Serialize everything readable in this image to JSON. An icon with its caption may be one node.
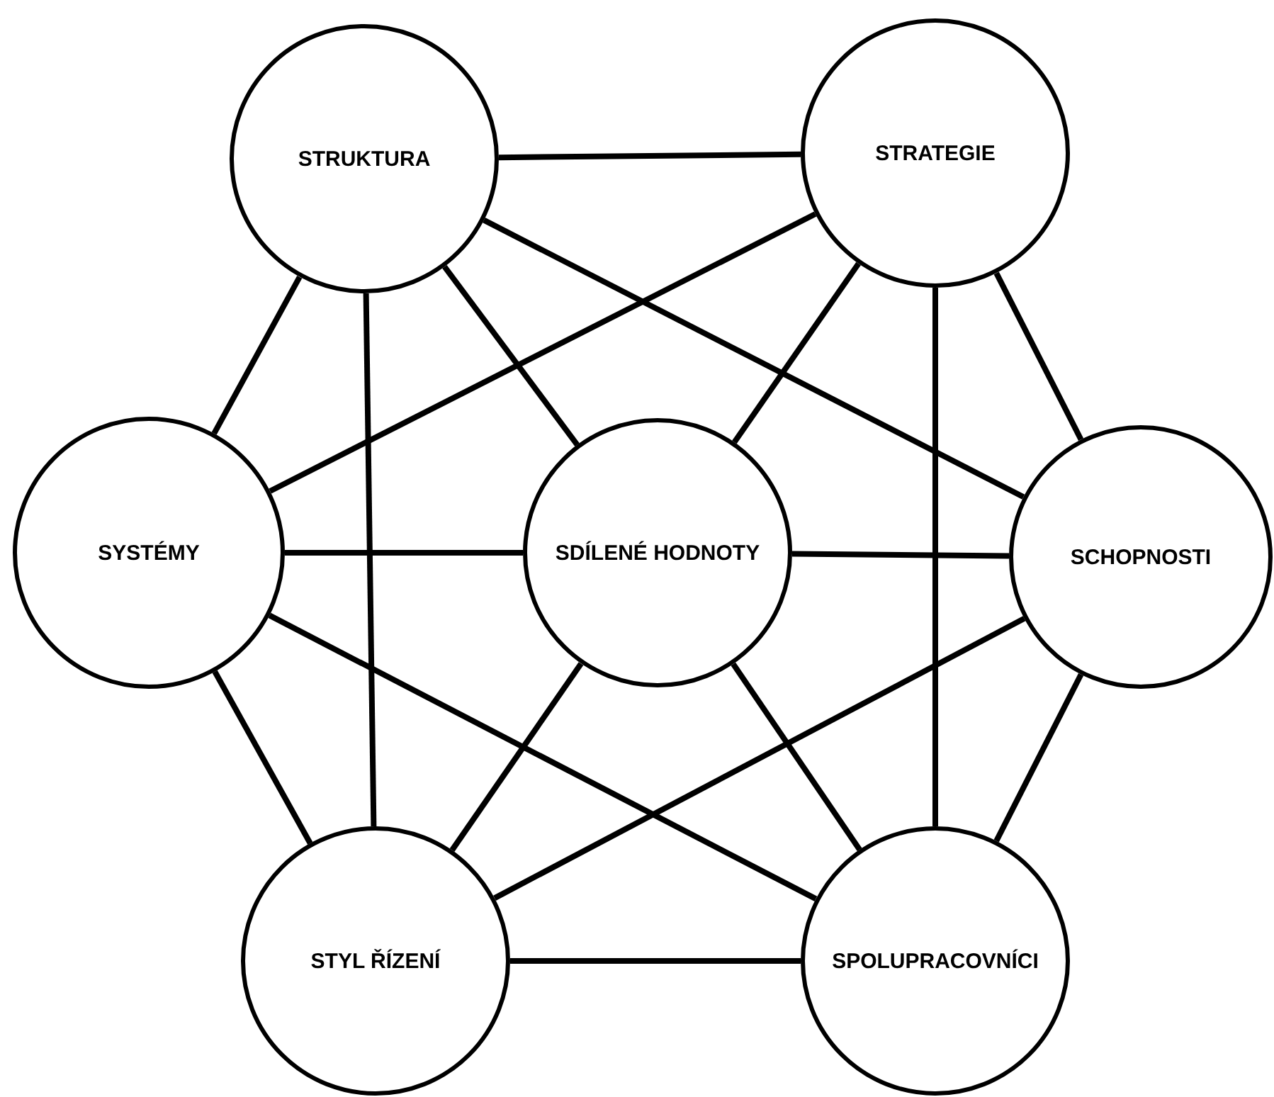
{
  "diagram": {
    "nodes": [
      {
        "text": [
          "STRUKTURA"
        ]
      },
      {
        "text": [
          "STRATEGIE"
        ]
      },
      {
        "text": [
          "SYSTÉMY"
        ]
      },
      {
        "text": [
          "SDÍLENÉ HODNOTY"
        ]
      },
      {
        "text": [
          "SCHOPNOSTI"
        ]
      },
      {
        "text": [
          "STYL ŘÍZENÍ"
        ]
      },
      {
        "text": [
          "SPOLUPRACOVNÍCI"
        ]
      }
    ],
    "edges": [
      {
        "from": 0,
        "to": 1,
        "arrow": "none"
      },
      {
        "from": 0,
        "to": 2,
        "arrow": "none"
      },
      {
        "from": 0,
        "to": 3,
        "arrow": "none"
      },
      {
        "from": 0,
        "to": 4,
        "arrow": "none"
      },
      {
        "from": 0,
        "to": 5,
        "arrow": "none"
      },
      {
        "from": 1,
        "to": 2,
        "arrow": "none"
      },
      {
        "from": 1,
        "to": 3,
        "arrow": "none"
      },
      {
        "from": 1,
        "to": 4,
        "arrow": "none"
      },
      {
        "from": 1,
        "to": 6,
        "arrow": "none"
      },
      {
        "from": 2,
        "to": 3,
        "arrow": "none"
      },
      {
        "from": 2,
        "to": 5,
        "arrow": "none"
      },
      {
        "from": 2,
        "to": 6,
        "arrow": "none"
      },
      {
        "from": 3,
        "to": 4,
        "arrow": "none"
      },
      {
        "from": 3,
        "to": 5,
        "arrow": "none"
      },
      {
        "from": 3,
        "to": 6,
        "arrow": "none"
      },
      {
        "from": 4,
        "to": 5,
        "arrow": "none"
      },
      {
        "from": 4,
        "to": 6,
        "arrow": "none"
      },
      {
        "from": 5,
        "to": 6,
        "arrow": "none"
      }
    ]
  }
}
